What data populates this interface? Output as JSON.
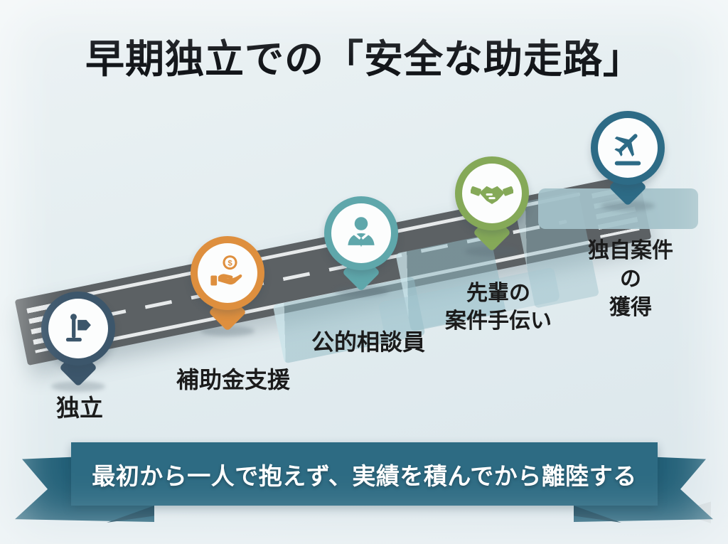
{
  "title": "早期独立での「安全な助走路」",
  "milestones": [
    {
      "label": "独立",
      "icon": "flag-icon",
      "color": "#3c566b"
    },
    {
      "label": "補助金支援",
      "icon": "subsidy-hand-coin-icon",
      "color": "#de8f3e"
    },
    {
      "label": "公的相談員",
      "icon": "consultant-person-icon",
      "color": "#5fa7ab"
    },
    {
      "label": "先輩の\n案件手伝い",
      "icon": "handshake-icon",
      "color": "#85a958"
    },
    {
      "label": "独自案件の\n獲得",
      "icon": "takeoff-plane-icon",
      "color": "#2d6b86"
    }
  ],
  "banner": {
    "text": "最初から一人で抱えず、実績を積んでから離陸する",
    "ribbon_color": "#2d6b83",
    "tail_color": "#226078"
  },
  "runway": {
    "surface_color": "#5c6164",
    "marking_color": "#eef1f2"
  },
  "background_color": "#e3edf0"
}
